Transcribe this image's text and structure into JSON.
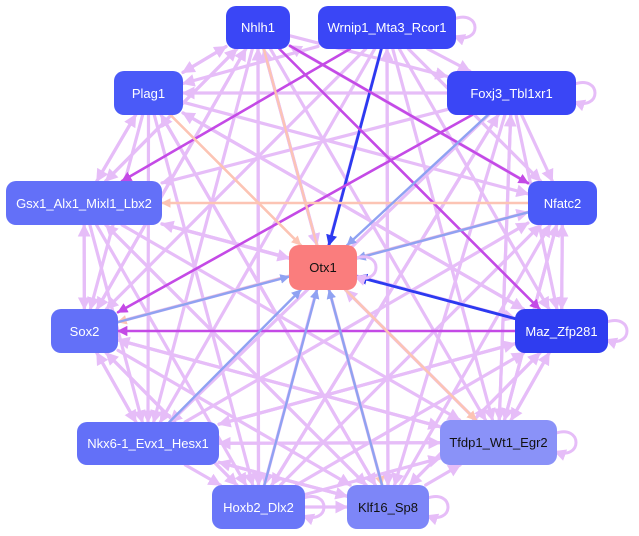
{
  "title": "",
  "nodes": [
    {
      "id": "otx1",
      "label": "Otx1",
      "color": "#fa7d7d",
      "text": "dark"
    },
    {
      "id": "nhlh1",
      "label": "Nhlh1",
      "color": "#3a46f6",
      "text": "light"
    },
    {
      "id": "wrnip1",
      "label": "Wrnip1_Mta3_Rcor1",
      "color": "#3a46f6",
      "text": "light"
    },
    {
      "id": "foxj3",
      "label": "Foxj3_Tbl1xr1",
      "color": "#3a46f6",
      "text": "light"
    },
    {
      "id": "plag1",
      "label": "Plag1",
      "color": "#4a5af8",
      "text": "light"
    },
    {
      "id": "nfatc2",
      "label": "Nfatc2",
      "color": "#4a5af8",
      "text": "light"
    },
    {
      "id": "gsx1",
      "label": "Gsx1_Alx1_Mixl1_Lbx2",
      "color": "#6370f8",
      "text": "light"
    },
    {
      "id": "sox2",
      "label": "Sox2",
      "color": "#6370f8",
      "text": "light"
    },
    {
      "id": "maz",
      "label": "Maz_Zfp281",
      "color": "#2f3df0",
      "text": "light"
    },
    {
      "id": "nkx61",
      "label": "Nkx6-1_Evx1_Hesx1",
      "color": "#6370f8",
      "text": "light"
    },
    {
      "id": "tfdp1",
      "label": "Tfdp1_Wt1_Egr2",
      "color": "#8a92f8",
      "text": "dark"
    },
    {
      "id": "hoxb2",
      "label": "Hoxb2_Dlx2",
      "color": "#6a76f8",
      "text": "light"
    },
    {
      "id": "klf16",
      "label": "Klf16_Sp8",
      "color": "#7d86f8",
      "text": "dark"
    }
  ],
  "edges": [
    {
      "from": "wrnip1",
      "to": "otx1",
      "kind": "strong"
    },
    {
      "from": "maz",
      "to": "otx1",
      "kind": "strong"
    },
    {
      "from": "wrnip1",
      "to": "gsx1",
      "kind": "purple"
    },
    {
      "from": "foxj3",
      "to": "sox2",
      "kind": "purple"
    },
    {
      "from": "nhlh1",
      "to": "nfatc2",
      "kind": "purple"
    },
    {
      "from": "nhlh1",
      "to": "maz",
      "kind": "purple"
    },
    {
      "from": "maz",
      "to": "sox2",
      "kind": "purple"
    },
    {
      "from": "plag1",
      "to": "otx1",
      "kind": "peach"
    },
    {
      "from": "plag1",
      "to": "tfdp1",
      "kind": "peach"
    },
    {
      "from": "otx1",
      "to": "tfdp1",
      "kind": "peach"
    },
    {
      "from": "nfatc2",
      "to": "gsx1",
      "kind": "peach"
    },
    {
      "from": "nfatc2",
      "to": "sox2",
      "kind": "peach"
    },
    {
      "from": "nhlh1",
      "to": "klf16",
      "kind": "peach"
    },
    {
      "from": "foxj3",
      "to": "otx1",
      "kind": "blue"
    },
    {
      "from": "nkx61",
      "to": "otx1",
      "kind": "blue"
    },
    {
      "from": "klf16",
      "to": "otx1",
      "kind": "blue"
    },
    {
      "from": "hoxb2",
      "to": "otx1",
      "kind": "blue"
    },
    {
      "from": "sox2",
      "to": "otx1",
      "kind": "blue"
    },
    {
      "from": "nfatc2",
      "to": "otx1",
      "kind": "blue"
    },
    {
      "from": "gsx1",
      "to": "otx1",
      "kind": "light"
    },
    {
      "from": "nhlh1",
      "to": "otx1",
      "kind": "light"
    },
    {
      "from": "tfdp1",
      "to": "otx1",
      "kind": "light"
    },
    {
      "from": "nhlh1",
      "to": "plag1",
      "kind": "light"
    },
    {
      "from": "nhlh1",
      "to": "gsx1",
      "kind": "light"
    },
    {
      "from": "nhlh1",
      "to": "sox2",
      "kind": "light"
    },
    {
      "from": "nhlh1",
      "to": "nkx61",
      "kind": "light"
    },
    {
      "from": "nhlh1",
      "to": "hoxb2",
      "kind": "light"
    },
    {
      "from": "nhlh1",
      "to": "tfdp1",
      "kind": "light"
    },
    {
      "from": "nhlh1",
      "to": "foxj3",
      "kind": "light"
    },
    {
      "from": "wrnip1",
      "to": "plag1",
      "kind": "light"
    },
    {
      "from": "wrnip1",
      "to": "foxj3",
      "kind": "light"
    },
    {
      "from": "wrnip1",
      "to": "sox2",
      "kind": "light"
    },
    {
      "from": "wrnip1",
      "to": "nkx61",
      "kind": "light"
    },
    {
      "from": "wrnip1",
      "to": "hoxb2",
      "kind": "light"
    },
    {
      "from": "wrnip1",
      "to": "klf16",
      "kind": "light"
    },
    {
      "from": "wrnip1",
      "to": "tfdp1",
      "kind": "light"
    },
    {
      "from": "wrnip1",
      "to": "nfatc2",
      "kind": "light"
    },
    {
      "from": "wrnip1",
      "to": "maz",
      "kind": "light"
    },
    {
      "from": "foxj3",
      "to": "plag1",
      "kind": "light"
    },
    {
      "from": "foxj3",
      "to": "gsx1",
      "kind": "light"
    },
    {
      "from": "foxj3",
      "to": "nkx61",
      "kind": "light"
    },
    {
      "from": "foxj3",
      "to": "hoxb2",
      "kind": "light"
    },
    {
      "from": "foxj3",
      "to": "klf16",
      "kind": "light"
    },
    {
      "from": "foxj3",
      "to": "tfdp1",
      "kind": "light"
    },
    {
      "from": "foxj3",
      "to": "nfatc2",
      "kind": "light"
    },
    {
      "from": "foxj3",
      "to": "maz",
      "kind": "light"
    },
    {
      "from": "plag1",
      "to": "gsx1",
      "kind": "light"
    },
    {
      "from": "plag1",
      "to": "sox2",
      "kind": "light"
    },
    {
      "from": "plag1",
      "to": "nkx61",
      "kind": "light"
    },
    {
      "from": "plag1",
      "to": "hoxb2",
      "kind": "light"
    },
    {
      "from": "plag1",
      "to": "klf16",
      "kind": "light"
    },
    {
      "from": "plag1",
      "to": "nfatc2",
      "kind": "light"
    },
    {
      "from": "plag1",
      "to": "maz",
      "kind": "light"
    },
    {
      "from": "gsx1",
      "to": "sox2",
      "kind": "light"
    },
    {
      "from": "gsx1",
      "to": "nkx61",
      "kind": "light"
    },
    {
      "from": "gsx1",
      "to": "hoxb2",
      "kind": "light"
    },
    {
      "from": "gsx1",
      "to": "klf16",
      "kind": "light"
    },
    {
      "from": "gsx1",
      "to": "tfdp1",
      "kind": "light"
    },
    {
      "from": "gsx1",
      "to": "maz",
      "kind": "light"
    },
    {
      "from": "gsx1",
      "to": "plag1",
      "kind": "light"
    },
    {
      "from": "sox2",
      "to": "nkx61",
      "kind": "light"
    },
    {
      "from": "sox2",
      "to": "hoxb2",
      "kind": "light"
    },
    {
      "from": "sox2",
      "to": "klf16",
      "kind": "light"
    },
    {
      "from": "sox2",
      "to": "tfdp1",
      "kind": "light"
    },
    {
      "from": "sox2",
      "to": "nfatc2",
      "kind": "light"
    },
    {
      "from": "sox2",
      "to": "gsx1",
      "kind": "light"
    },
    {
      "from": "nkx61",
      "to": "hoxb2",
      "kind": "light"
    },
    {
      "from": "nkx61",
      "to": "klf16",
      "kind": "light"
    },
    {
      "from": "nkx61",
      "to": "tfdp1",
      "kind": "light"
    },
    {
      "from": "nkx61",
      "to": "nfatc2",
      "kind": "light"
    },
    {
      "from": "nkx61",
      "to": "maz",
      "kind": "light"
    },
    {
      "from": "nkx61",
      "to": "sox2",
      "kind": "light"
    },
    {
      "from": "hoxb2",
      "to": "klf16",
      "kind": "light"
    },
    {
      "from": "hoxb2",
      "to": "tfdp1",
      "kind": "light"
    },
    {
      "from": "hoxb2",
      "to": "nfatc2",
      "kind": "light"
    },
    {
      "from": "hoxb2",
      "to": "maz",
      "kind": "light"
    },
    {
      "from": "hoxb2",
      "to": "foxj3",
      "kind": "light"
    },
    {
      "from": "hoxb2",
      "to": "sox2",
      "kind": "light"
    },
    {
      "from": "klf16",
      "to": "tfdp1",
      "kind": "light"
    },
    {
      "from": "klf16",
      "to": "nfatc2",
      "kind": "light"
    },
    {
      "from": "klf16",
      "to": "maz",
      "kind": "light"
    },
    {
      "from": "klf16",
      "to": "gsx1",
      "kind": "light"
    },
    {
      "from": "klf16",
      "to": "plag1",
      "kind": "light"
    },
    {
      "from": "klf16",
      "to": "nkx61",
      "kind": "light"
    },
    {
      "from": "klf16",
      "to": "wrnip1",
      "kind": "light"
    },
    {
      "from": "tfdp1",
      "to": "nfatc2",
      "kind": "light"
    },
    {
      "from": "tfdp1",
      "to": "maz",
      "kind": "light"
    },
    {
      "from": "tfdp1",
      "to": "foxj3",
      "kind": "light"
    },
    {
      "from": "tfdp1",
      "to": "sox2",
      "kind": "light"
    },
    {
      "from": "tfdp1",
      "to": "nkx61",
      "kind": "light"
    },
    {
      "from": "nfatc2",
      "to": "maz",
      "kind": "light"
    },
    {
      "from": "nfatc2",
      "to": "nhlh1",
      "kind": "light"
    },
    {
      "from": "nfatc2",
      "to": "tfdp1",
      "kind": "light"
    },
    {
      "from": "maz",
      "to": "nfatc2",
      "kind": "light"
    },
    {
      "from": "maz",
      "to": "tfdp1",
      "kind": "light"
    },
    {
      "from": "maz",
      "to": "klf16",
      "kind": "light"
    },
    {
      "from": "maz",
      "to": "gsx1",
      "kind": "light"
    },
    {
      "from": "maz",
      "to": "plag1",
      "kind": "light"
    },
    {
      "from": "maz",
      "to": "nkx61",
      "kind": "light"
    },
    {
      "from": "plag1",
      "to": "nhlh1",
      "kind": "light"
    },
    {
      "from": "gsx1",
      "to": "nhlh1",
      "kind": "light"
    },
    {
      "from": "sox2",
      "to": "nhlh1",
      "kind": "light"
    },
    {
      "from": "klf16",
      "to": "nhlh1",
      "kind": "light"
    },
    {
      "from": "hoxb2",
      "to": "nhlh1",
      "kind": "light"
    }
  ],
  "self_loops": [
    "wrnip1",
    "foxj3",
    "otx1",
    "maz",
    "tfdp1",
    "hoxb2",
    "klf16"
  ],
  "edge_colors": {
    "strong": "#2c3af0",
    "purple": "#c44ae6",
    "peach": "#fcc4b4",
    "blue": "#8fa2f2",
    "light": "#e6bdf8"
  }
}
